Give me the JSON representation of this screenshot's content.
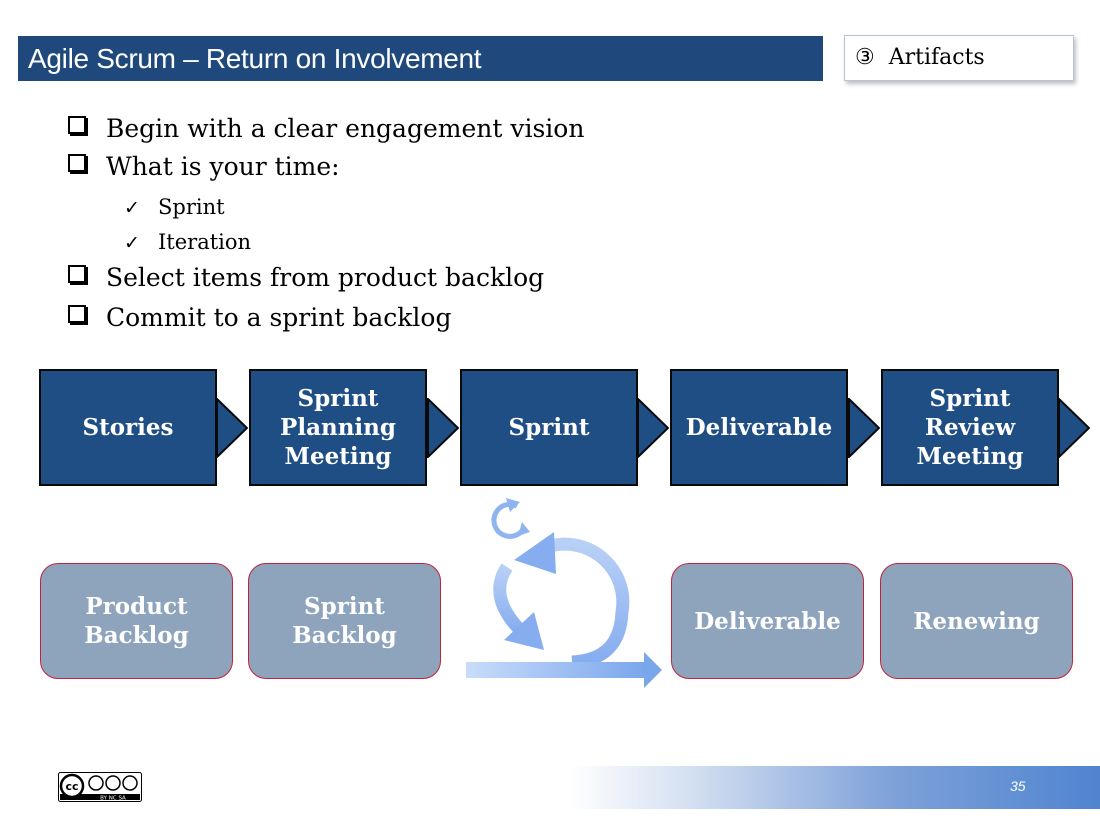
{
  "slide": {
    "title": "Agile Scrum – Return on Involvement",
    "tag_number": "③",
    "tag_label": "Artifacts",
    "page_number": "35"
  },
  "bullets": [
    "Begin with a clear engagement vision",
    "What is your time:",
    "Select items from product backlog",
    "Commit to a sprint backlog"
  ],
  "sub_bullets": [
    "Sprint",
    "Iteration"
  ],
  "process_steps": [
    {
      "label_lines": [
        "Stories"
      ]
    },
    {
      "label_lines": [
        "Sprint",
        "Planning",
        "Meeting"
      ]
    },
    {
      "label_lines": [
        "Sprint"
      ]
    },
    {
      "label_lines": [
        "Deliverable"
      ]
    },
    {
      "label_lines": [
        "Sprint",
        "Review",
        "Meeting"
      ]
    }
  ],
  "artifacts": [
    {
      "label_lines": [
        "Product",
        "Backlog"
      ]
    },
    {
      "label_lines": [
        "Sprint",
        "Backlog"
      ]
    },
    {
      "label_lines": [
        "Deliverable"
      ]
    },
    {
      "label_lines": [
        "Renewing"
      ]
    }
  ],
  "license_badge": {
    "icon": "cc-by-nc-sa-icon",
    "text": "BY NC SA"
  },
  "colors": {
    "title_bar": "#1f497d",
    "step_fill": "#1f4e85",
    "artifact_fill": "#8ea3bc",
    "artifact_border": "#c0243a",
    "cycle_arrow": "#8fb4ef"
  }
}
